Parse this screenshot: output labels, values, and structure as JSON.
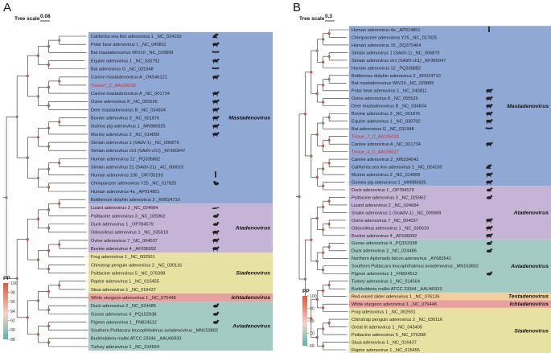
{
  "colors": {
    "Mastadenovirus": "#8fa8d4",
    "Atadenovirus": "#c5b4d6",
    "Siadenovirus": "#e8e2a2",
    "Ichtadenovirus": "#e9a0a0",
    "Aviadenovirus": "#a4cac4",
    "Testadenovirus": "#f3cf9e",
    "highlight": "#e8231e",
    "node_high": "#e0563a",
    "node_low": "#5ab4ac"
  },
  "panels": [
    {
      "letter": "A",
      "tree_scale_label": "Tree scale",
      "tree_scale_value": "0.08",
      "genus_labels": [
        "Mastadenovirus",
        "Atadenovirus",
        "Siadenovirus",
        "Ichtadenovirus",
        "Aviadenovirus"
      ],
      "leaves": [
        {
          "t": "California sea lion adenovirus 1 _NC_024150",
          "g": "Mastadenovirus",
          "icon": "sea-lion-icon"
        },
        {
          "t": "Polar bear adenovirus 1 _NC_040811",
          "g": "Mastadenovirus",
          "icon": "bear-icon"
        },
        {
          "t": "Bat mastadenovirus WIV10 _NC_029899",
          "g": "Mastadenovirus",
          "icon": "bat-icon"
        },
        {
          "t": "Equine adenovirus 1 _NC_030792",
          "g": "Mastadenovirus",
          "icon": "horse-icon"
        },
        {
          "t": "Bat adenovirus G _NC_031948",
          "g": "Mastadenovirus",
          "icon": "bat-icon"
        },
        {
          "t": "Canine mastadenovirus A _OK546121",
          "g": "Mastadenovirus",
          "icon": "dog-icon"
        },
        {
          "t": "Tissue7_C_AA105018",
          "g": "Mastadenovirus",
          "hl": true
        },
        {
          "t": "Canine mastadenovirus A _NC_001734",
          "g": "Mastadenovirus",
          "icon": "dog-icon"
        },
        {
          "t": "Ovine adenovirus 8 _NC_055526",
          "g": "Mastadenovirus",
          "icon": "sheep-icon"
        },
        {
          "t": "Deer mastadenovirus B _NC_034834",
          "g": "Mastadenovirus",
          "icon": "deer-icon"
        },
        {
          "t": "Bovine adenovirus 3 _NC_001876",
          "g": "Mastadenovirus",
          "icon": "cow-icon"
        },
        {
          "t": "Guinea pig adenovirus 1 _MN986925",
          "g": "Mastadenovirus",
          "icon": "rodent-icon"
        },
        {
          "t": "Murine adenovirus 2 _NC_014899",
          "g": "Mastadenovirus",
          "icon": "mouse-icon"
        },
        {
          "t": "Simian adenovirus 1 (SAdV-1) _NC_006879",
          "g": "Mastadenovirus"
        },
        {
          "t": "Simian adenovirus ch1 (SAdV-ch1) _KF360047",
          "g": "Mastadenovirus"
        },
        {
          "t": "Human adenovirus 12 _PQ336882",
          "g": "Mastadenovirus"
        },
        {
          "t": "Simian adenovirus 21 (SAdV-21) _AC_000010",
          "g": "Mastadenovirus"
        },
        {
          "t": "Human adenovirus 106 _OR735193",
          "g": "Mastadenovirus",
          "icon": "human-icon"
        },
        {
          "t": "Chimpanzee adenovirus Y25 _NC_017825",
          "g": "Mastadenovirus",
          "icon": "chimp-icon"
        },
        {
          "t": "Human adenovirus 4a _AP014851",
          "g": "Mastadenovirus"
        },
        {
          "t": "Bottlenose dolphin adenovirus 2 _KR024710",
          "g": "Mastadenovirus"
        },
        {
          "t": "Lizard adenovirus 2 _NC_024684",
          "g": "Atadenovirus",
          "icon": "lizard-icon"
        },
        {
          "t": "Psittacine adenovirus 3 _NC_025962",
          "g": "Atadenovirus",
          "icon": "parrot-icon"
        },
        {
          "t": "Duck adenovirus 1 _OP784579",
          "g": "Atadenovirus",
          "icon": "duck-icon"
        },
        {
          "t": "Odocoileus adenovirus 1 _NC_035619",
          "g": "Atadenovirus",
          "icon": "deer-icon"
        },
        {
          "t": "Ovine adenovirus 7 _NC_004037",
          "g": "Atadenovirus",
          "icon": "sheep-icon"
        },
        {
          "t": "Bovine adenovirus 4 _AF036092",
          "g": "Atadenovirus",
          "icon": "cow-icon"
        },
        {
          "t": "Frog adenovirus 1 _NC_002501",
          "g": "Siadenovirus"
        },
        {
          "t": "Chinstrap penguin adenovirus 2 _NC_030116",
          "g": "Siadenovirus"
        },
        {
          "t": "Psittacine adenovirus 5 _NC_076398",
          "g": "Siadenovirus"
        },
        {
          "t": "Raptor adenovirus 1 _NC_015455",
          "g": "Siadenovirus"
        },
        {
          "t": "Skua adenovirus 1 _NC_016437",
          "g": "Siadenovirus"
        },
        {
          "t": "White sturgeon adenovirus 1 _NC_075448",
          "g": "Ichtadenovirus"
        },
        {
          "t": "Duck adenovirus 2 _NC_024486",
          "g": "Aviadenovirus",
          "icon": "duck-icon"
        },
        {
          "t": "Goose adenovirus 4 _PQ152938",
          "g": "Aviadenovirus",
          "icon": "goose-icon"
        },
        {
          "t": "Pigeon adenovirus 1 _FN824512",
          "g": "Aviadenovirus",
          "icon": "pigeon-icon"
        },
        {
          "t": "Southern Psittacara leucophthalmus aviadenovirus _MN153802",
          "g": "Aviadenovirus"
        },
        {
          "t": "Burkholderia mallei ATCC 23344 _AAU46933",
          "g": "Aviadenovirus"
        },
        {
          "t": "Turkey adenovirus 1 _NC_014564",
          "g": "Aviadenovirus"
        }
      ],
      "legend": {
        "title": "PP",
        "ticks": [
          "100",
          "98",
          "96",
          "94",
          "92",
          "90",
          "88"
        ]
      }
    },
    {
      "letter": "B",
      "tree_scale_label": "Tree scale",
      "tree_scale_value": "0.3",
      "genus_labels": [
        "Mastadenovirus",
        "Atadenovirus",
        "Aviadenovirus",
        "Testadenovirus",
        "Ichtadenovirus",
        "Siadenovirus"
      ],
      "leaves": [
        {
          "t": "Human adenovirus 4a _AP014851",
          "g": "Mastadenovirus",
          "icon": "human-icon"
        },
        {
          "t": "Chimpanzee adenovirus Y25 _NC_017825",
          "g": "Mastadenovirus"
        },
        {
          "t": "Human adenovirus 15 _DQ375464",
          "g": "Mastadenovirus"
        },
        {
          "t": "Simian adenovirus 1 (SAdV-1) _NC_006879",
          "g": "Mastadenovirus"
        },
        {
          "t": "Simian adenovirus ch1 (SAdV-ch1) _KF360047",
          "g": "Mastadenovirus"
        },
        {
          "t": "Human adenovirus 12 _PQ336882",
          "g": "Mastadenovirus"
        },
        {
          "t": "Bottlenose dolphin adenovirus 2 _KR024710",
          "g": "Mastadenovirus"
        },
        {
          "t": "Bat mastadenovirus WIV10 _NC_029899",
          "g": "Mastadenovirus"
        },
        {
          "t": "Polar bear adenovirus 1 _NC_040811",
          "g": "Mastadenovirus",
          "icon": "bear-icon"
        },
        {
          "t": "Ovine adenovirus 8 _NC_055526",
          "g": "Mastadenovirus",
          "icon": "sheep-icon"
        },
        {
          "t": "Deer mastadenovirus B _NC_034834",
          "g": "Mastadenovirus",
          "icon": "deer-icon"
        },
        {
          "t": "Bovine adenovirus 3 _NC_001876",
          "g": "Mastadenovirus",
          "icon": "cow-icon"
        },
        {
          "t": "Equine adenovirus 1 _NC_030792",
          "g": "Mastadenovirus",
          "icon": "horse-icon"
        },
        {
          "t": "Bat adenovirus G _NC_031948",
          "g": "Mastadenovirus",
          "icon": "bat-icon"
        },
        {
          "t": "Tissue_7_C_AA105018",
          "g": "Mastadenovirus",
          "hl": true
        },
        {
          "t": "Canine adenovirus A _NC_001734",
          "g": "Mastadenovirus",
          "icon": "dog-icon"
        },
        {
          "t": "Tissue_4_C_AA105027",
          "g": "Mastadenovirus",
          "hl": true
        },
        {
          "t": "Canine adenovirus 2 _MN334542",
          "g": "Mastadenovirus"
        },
        {
          "t": "California sea lion adenovirus 1 _NC_024150",
          "g": "Mastadenovirus",
          "icon": "sea-lion-icon"
        },
        {
          "t": "Murine adenovirus 2 _NC_014899",
          "g": "Mastadenovirus",
          "icon": "mouse-icon"
        },
        {
          "t": "Guinea pig adenovirus 1 _MN986925",
          "g": "Mastadenovirus",
          "icon": "rodent-icon"
        },
        {
          "t": "Duck adenovirus 1 _OP784579",
          "g": "Atadenovirus",
          "icon": "duck-icon"
        },
        {
          "t": "Psittacine adenovirus 3 _NC_025962",
          "g": "Atadenovirus",
          "icon": "parrot-icon"
        },
        {
          "t": "Lizard adenovirus 2 _NC_024684",
          "g": "Atadenovirus"
        },
        {
          "t": "Snake adenovirus 1 (SnAdV-1) _NC_009989",
          "g": "Atadenovirus"
        },
        {
          "t": "Ovine adenovirus 7 _NC_004037",
          "g": "Atadenovirus",
          "icon": "sheep-icon"
        },
        {
          "t": "Odocoileus adenovirus 1 _NC_035619",
          "g": "Atadenovirus",
          "icon": "deer-icon"
        },
        {
          "t": "Bovine adenovirus 4 _AF036092",
          "g": "Atadenovirus",
          "icon": "cow-icon"
        },
        {
          "t": "Goose adenovirus 4 _PQ152938",
          "g": "Aviadenovirus",
          "icon": "goose-icon"
        },
        {
          "t": "Duck adenovirus 2 _NC_024486",
          "g": "Aviadenovirus",
          "icon": "duck-icon"
        },
        {
          "t": "Northern Aplomado falcon adenovirus _AY683541",
          "g": "Aviadenovirus"
        },
        {
          "t": "Southern Psittacara leucophthalmus aviadenovirus _MN153802",
          "g": "Aviadenovirus"
        },
        {
          "t": "Pigeon adenovirus 1 _FN824512",
          "g": "Aviadenovirus",
          "icon": "pigeon-icon"
        },
        {
          "t": "Turkey adenovirus 1 _NC_014564",
          "g": "Aviadenovirus"
        },
        {
          "t": "Burkholderia mallei ATCC 23344 _AAU46933",
          "g": "Aviadenovirus"
        },
        {
          "t": "Red-eared slider adenovirus 1 _NC_076126",
          "g": "Testadenovirus"
        },
        {
          "t": "White sturgeon adenovirus 1 _NC_075448",
          "g": "Ichtadenovirus"
        },
        {
          "t": "Frog adenovirus 1 _NC_002501",
          "g": "Siadenovirus"
        },
        {
          "t": "Chinstrap penguin adenovirus 2 _NC_030116",
          "g": "Siadenovirus"
        },
        {
          "t": "Great tit adenovirus 1 _NC_043405",
          "g": "Siadenovirus"
        },
        {
          "t": "Psittacine adenovirus 5 _NC_076398",
          "g": "Siadenovirus"
        },
        {
          "t": "Skua adenovirus 1 _NC_016437",
          "g": "Siadenovirus"
        },
        {
          "t": "Raptor adenovirus 1 _NC_015455",
          "g": "Siadenovirus"
        }
      ],
      "legend": {
        "title": "PP",
        "ticks": [
          "100",
          "90",
          "80",
          "70",
          "60"
        ]
      }
    }
  ]
}
